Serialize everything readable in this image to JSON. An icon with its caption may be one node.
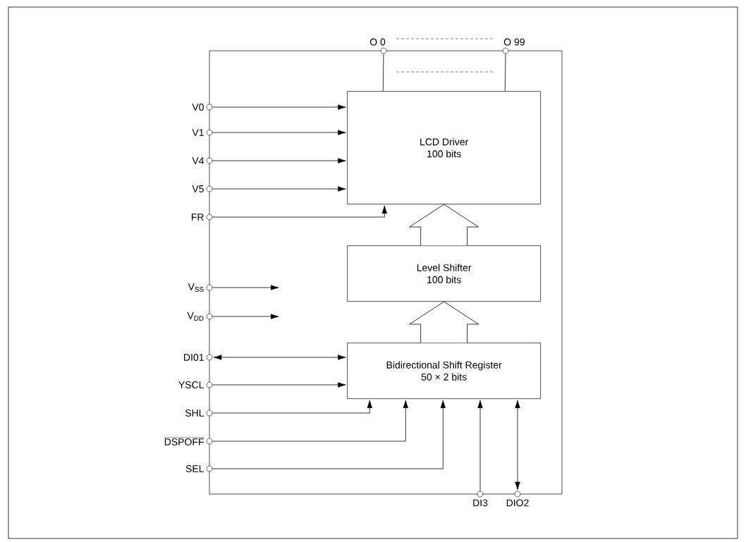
{
  "diagram": {
    "nodes": [
      {
        "text": [],
        "shape": "box"
      },
      {
        "text": [
          "LCD Driver",
          "100 bits"
        ],
        "in": 0
      },
      {
        "text": [
          "Level Shifter",
          "100 bits"
        ],
        "in": 0
      },
      {
        "text": [
          "Bidirectional Shift Register",
          "50 × 2 bits"
        ],
        "in": 0
      },
      {
        "text": [
          "O 0"
        ]
      },
      {
        "text": [
          "O 99"
        ]
      },
      {
        "text": [
          "V0"
        ]
      },
      {
        "text": [
          "V1"
        ]
      },
      {
        "text": [
          "V4"
        ]
      },
      {
        "text": [
          "V5"
        ]
      },
      {
        "text": [
          "FR"
        ]
      },
      {
        "text": [
          "V$_{SS}$"
        ]
      },
      {
        "text": [
          "V$_{DD}$"
        ]
      },
      {
        "text": [
          "DI01"
        ]
      },
      {
        "text": [
          "YSCL"
        ]
      },
      {
        "text": [
          "SHL"
        ]
      },
      {
        "text": [
          "DSPOFF"
        ]
      },
      {
        "text": [
          "SEL"
        ]
      },
      {
        "text": [
          "DI3"
        ]
      },
      {
        "text": [
          "DIO2"
        ]
      }
    ],
    "edges": [
      {
        "from": 6,
        "to": 1,
        "arrow": "to"
      },
      {
        "from": 7,
        "to": 1,
        "arrow": "to"
      },
      {
        "from": 8,
        "to": 1,
        "arrow": "to"
      },
      {
        "from": 9,
        "to": 1,
        "arrow": "to"
      },
      {
        "from": 10,
        "to": 1,
        "arrow": "to"
      },
      {
        "from": 11,
        "to": null,
        "arrow": "to"
      },
      {
        "from": 12,
        "to": null,
        "arrow": "to"
      },
      {
        "from": 13,
        "to": 3,
        "arrow": "both"
      },
      {
        "from": 14,
        "to": 3,
        "arrow": "to"
      },
      {
        "from": 15,
        "to": 3,
        "arrow": "to"
      },
      {
        "from": 16,
        "to": 3,
        "arrow": "to"
      },
      {
        "from": 17,
        "to": 3,
        "arrow": "to"
      },
      {
        "from": 18,
        "to": 3,
        "arrow": "to"
      },
      {
        "from": 19,
        "to": 3,
        "arrow": "both"
      },
      {
        "from": 1,
        "to": 4,
        "arrow": "none"
      },
      {
        "from": 1,
        "to": 5,
        "arrow": "none"
      },
      {
        "from": 3,
        "to": 2,
        "arrow": "to",
        "style": "thick"
      },
      {
        "from": 2,
        "to": 1,
        "arrow": "to",
        "style": "thick"
      }
    ]
  }
}
